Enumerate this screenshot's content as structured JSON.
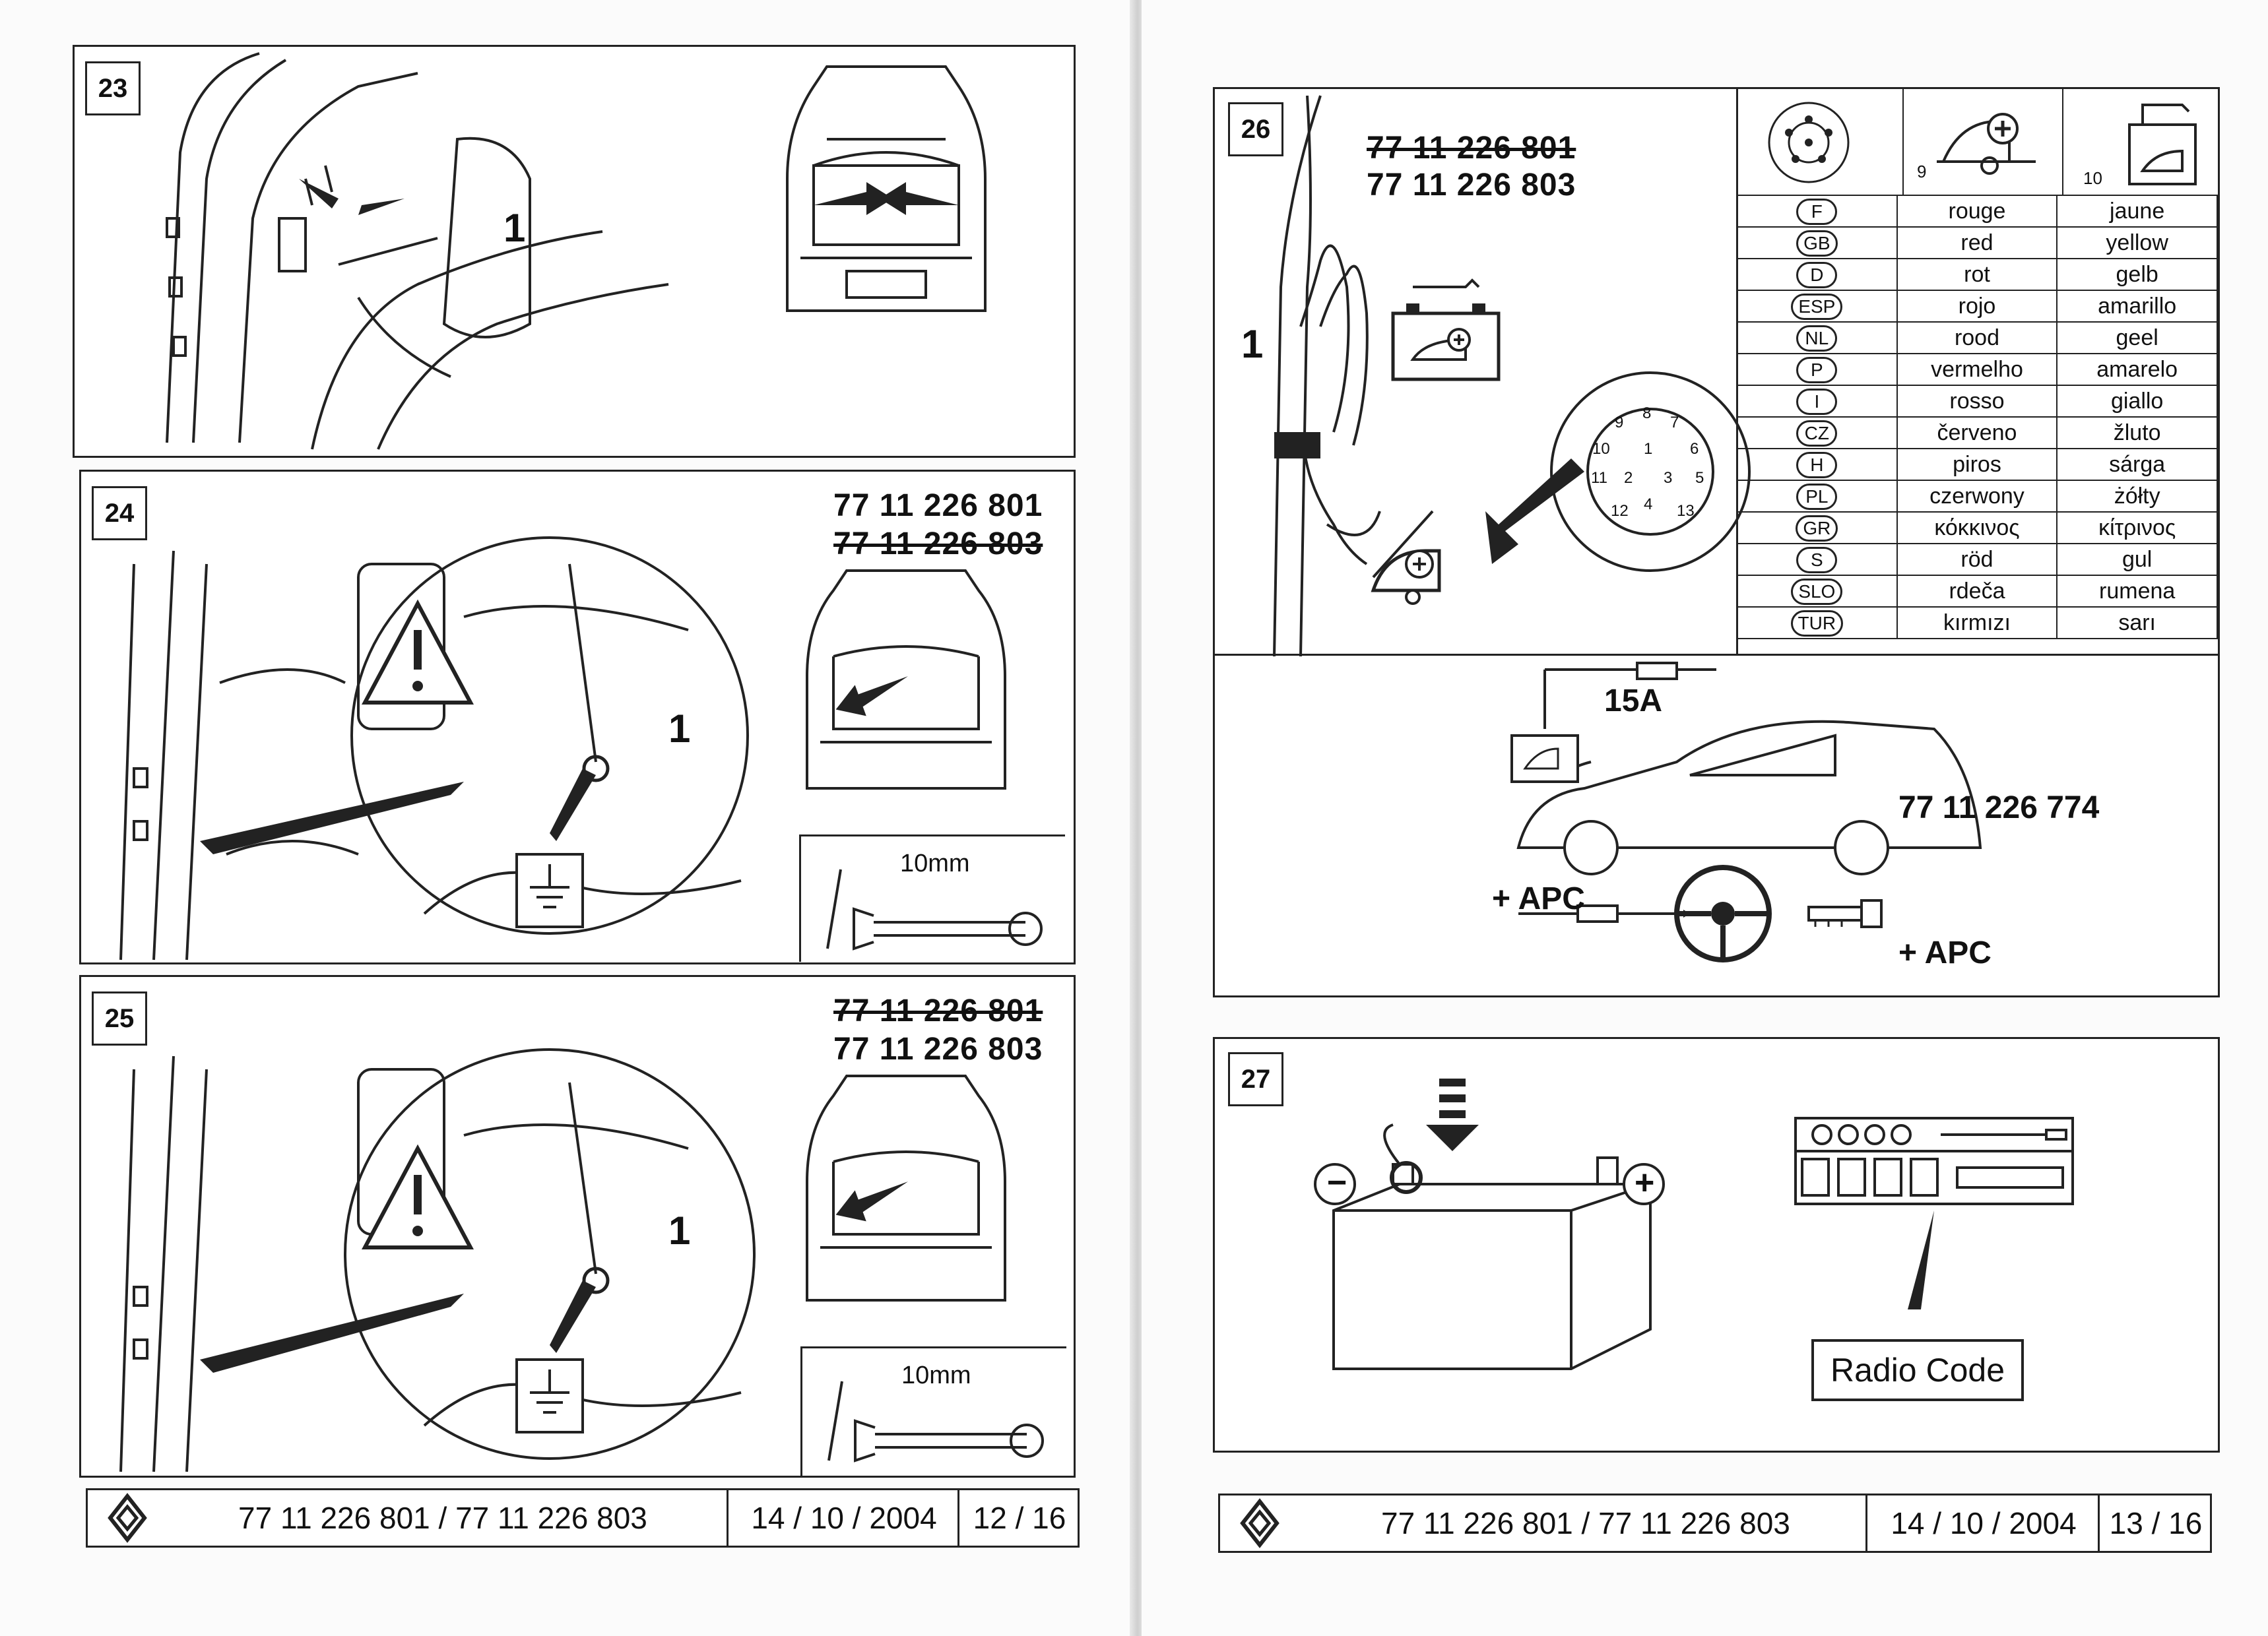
{
  "left_page": {
    "steps": [
      {
        "num": "23",
        "callout": "1"
      },
      {
        "num": "24",
        "part_active": "77 11 226 801",
        "part_struck": "77 11 226 803",
        "callout": "1",
        "tool": "10mm"
      },
      {
        "num": "25",
        "part_struck": "77 11 226 801",
        "part_active": "77 11 226 803",
        "callout": "1",
        "tool": "10mm"
      }
    ],
    "footer": {
      "doc": "77 11 226 801 / 77 11 226 803",
      "date": "14 / 10 / 2004",
      "page": "12 / 16"
    }
  },
  "right_page": {
    "step26": {
      "num": "26",
      "part_struck": "77 11 226 801",
      "part_active": "77 11 226 803",
      "callout": "1",
      "pin9": "9",
      "pin10": "10",
      "fuse": "15A",
      "kit_part": "77 11 226 774",
      "apc1": "+ APC",
      "apc2": "+ APC",
      "socket_pins": [
        "1",
        "2",
        "3",
        "4",
        "5",
        "6",
        "7",
        "8",
        "9",
        "10",
        "11",
        "12",
        "13"
      ],
      "colors": [
        {
          "lang": "F",
          "c9": "rouge",
          "c10": "jaune"
        },
        {
          "lang": "GB",
          "c9": "red",
          "c10": "yellow"
        },
        {
          "lang": "D",
          "c9": "rot",
          "c10": "gelb"
        },
        {
          "lang": "ESP",
          "c9": "rojo",
          "c10": "amarillo"
        },
        {
          "lang": "NL",
          "c9": "rood",
          "c10": "geel"
        },
        {
          "lang": "P",
          "c9": "vermelho",
          "c10": "amarelo"
        },
        {
          "lang": "I",
          "c9": "rosso",
          "c10": "giallo"
        },
        {
          "lang": "CZ",
          "c9": "červeno",
          "c10": "žluto"
        },
        {
          "lang": "H",
          "c9": "piros",
          "c10": "sárga"
        },
        {
          "lang": "PL",
          "c9": "czerwony",
          "c10": "żółty"
        },
        {
          "lang": "GR",
          "c9": "κόκκινος",
          "c10": "κίτρινος"
        },
        {
          "lang": "S",
          "c9": "röd",
          "c10": "gul"
        },
        {
          "lang": "SLO",
          "c9": "rdeča",
          "c10": "rumena"
        },
        {
          "lang": "TUR",
          "c9": "kırmızı",
          "c10": "sarı"
        }
      ]
    },
    "step27": {
      "num": "27",
      "radio_label": "Radio Code",
      "minus": "−",
      "plus": "+"
    },
    "footer": {
      "doc": "77 11 226 801 / 77 11 226 803",
      "date": "14 / 10 / 2004",
      "page": "13 / 16"
    }
  },
  "icons": [
    "renault-logo-icon",
    "warning-icon",
    "ground-icon",
    "wrench-icon",
    "battery-icon",
    "trailer-icon",
    "key-icon",
    "steering-wheel-icon",
    "fuse-icon",
    "arrow-icon"
  ],
  "colors": {
    "ink": "#222222",
    "paper": "#ffffff"
  }
}
